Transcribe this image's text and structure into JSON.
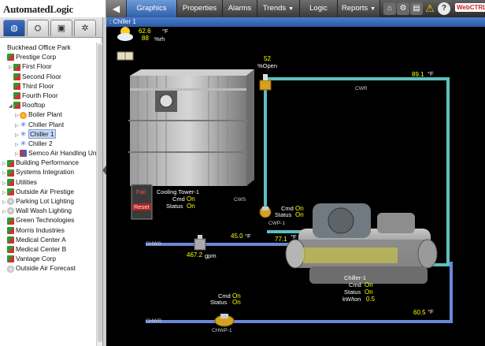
{
  "app": {
    "logo": "AutomatedLogic",
    "webctrl": "WebCTRL"
  },
  "nav": {
    "back": "◀",
    "tabs": [
      {
        "label": "Graphics",
        "active": true,
        "dropdown": false
      },
      {
        "label": "Properties",
        "active": false,
        "dropdown": false
      },
      {
        "label": "Alarms",
        "active": false,
        "dropdown": false
      },
      {
        "label": "Trends",
        "active": false,
        "dropdown": true
      },
      {
        "label": "Logic",
        "active": false,
        "dropdown": false
      },
      {
        "label": "Reports",
        "active": false,
        "dropdown": true
      }
    ],
    "icons": [
      "home-icon",
      "settings-icon",
      "print-icon",
      "warning-icon",
      "help-icon"
    ]
  },
  "sidebar": {
    "tabs": [
      "geographic-tree-icon",
      "network-icon",
      "equipment-icon",
      "config-icon"
    ],
    "tree": [
      {
        "label": "Buckhead Office Park",
        "level": 0,
        "icon": "",
        "toggle": ""
      },
      {
        "label": "Prestige Corp",
        "level": 0,
        "icon": "grid",
        "toggle": ""
      },
      {
        "label": "First Floor",
        "level": 1,
        "icon": "grid",
        "toggle": "▷"
      },
      {
        "label": "Second Floor",
        "level": 1,
        "icon": "grid",
        "toggle": ""
      },
      {
        "label": "Third Floor",
        "level": 1,
        "icon": "grid",
        "toggle": ""
      },
      {
        "label": "Fourth Floor",
        "level": 1,
        "icon": "grid",
        "toggle": ""
      },
      {
        "label": "Rooftop",
        "level": 1,
        "icon": "grid",
        "toggle": "◢"
      },
      {
        "label": "Boiler Plant",
        "level": 2,
        "icon": "flame",
        "toggle": "▷"
      },
      {
        "label": "Chiller Plant",
        "level": 2,
        "icon": "snow",
        "toggle": "▷"
      },
      {
        "label": "Chiller 1",
        "level": 2,
        "icon": "snow",
        "toggle": "▷",
        "selected": true
      },
      {
        "label": "Chiller 2",
        "level": 2,
        "icon": "snow",
        "toggle": "▷"
      },
      {
        "label": "Semco Air Handling Unit",
        "level": 2,
        "icon": "therm",
        "toggle": "▷"
      },
      {
        "label": "Building Performance",
        "level": 0,
        "icon": "grid",
        "toggle": "▷"
      },
      {
        "label": "Systems Integration",
        "level": 0,
        "icon": "grid",
        "toggle": "▷"
      },
      {
        "label": "Utilities",
        "level": 0,
        "icon": "grid",
        "toggle": "▷"
      },
      {
        "label": "Outside Air Prestige",
        "level": 0,
        "icon": "grid",
        "toggle": "▷"
      },
      {
        "label": "Parking Lot Lighting",
        "level": 0,
        "icon": "bulb",
        "toggle": "▷"
      },
      {
        "label": "Wall Wash Lighting",
        "level": 0,
        "icon": "bulb",
        "toggle": "▷"
      },
      {
        "label": "Green Technologies",
        "level": 0,
        "icon": "grid",
        "toggle": ""
      },
      {
        "label": "Morris Industries",
        "level": 0,
        "icon": "grid",
        "toggle": ""
      },
      {
        "label": "Medical Center A",
        "level": 0,
        "icon": "grid",
        "toggle": ""
      },
      {
        "label": "Medical Center B",
        "level": 0,
        "icon": "grid",
        "toggle": ""
      },
      {
        "label": "Vantage Corp",
        "level": 0,
        "icon": "grid",
        "toggle": ""
      },
      {
        "label": "Outside Air Forecast",
        "level": 0,
        "icon": "cloud",
        "toggle": ""
      }
    ]
  },
  "breadcrumb": ": Chiller 1",
  "weather": {
    "temp": "62.6",
    "temp_unit": "°F",
    "humidity": "88",
    "humidity_unit": "%rh"
  },
  "valve": {
    "value": "52",
    "unit": "%Open"
  },
  "temps": {
    "cwr": {
      "value": "89.1",
      "unit": "°F",
      "label": "CWR"
    },
    "cws": {
      "value": "77.1",
      "unit": "°F",
      "label": "CWS"
    },
    "chws": {
      "value": "45.0",
      "unit": "°F",
      "label": "CHWS"
    },
    "chwr": {
      "value": "60.5",
      "unit": "°F",
      "label": "CHWR"
    }
  },
  "flow": {
    "value": "467.2",
    "unit": "gpm"
  },
  "cooling_tower": {
    "name": "Cooling Tower-1",
    "cmd_label": "Cmd",
    "cmd": "On",
    "status_label": "Status",
    "status": "On",
    "fail": "Fail",
    "reset": "Reset"
  },
  "cwp": {
    "cmd_label": "Cmd",
    "cmd": "On",
    "status_label": "Status",
    "status": "On",
    "tag": "CWP-1"
  },
  "chiller": {
    "name": "Chiller-1",
    "cmd_label": "Cmd",
    "cmd": "On",
    "status_label": "Status",
    "status": "On",
    "kw_label": "kW/ton",
    "kw": "0.5"
  },
  "chwp": {
    "cmd_label": "Cmd",
    "cmd": "On",
    "status_label": "Status",
    "status": "On",
    "tag": "CHWP-1"
  }
}
